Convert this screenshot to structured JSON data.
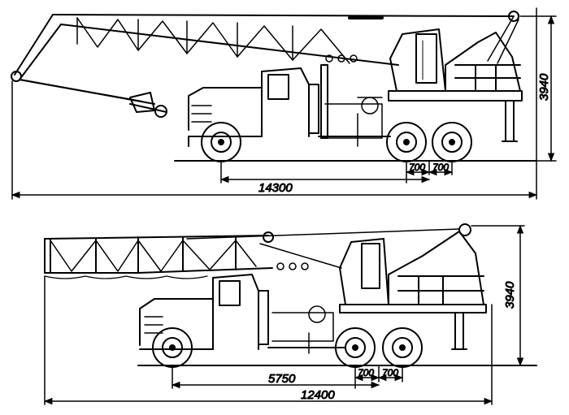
{
  "drawing": {
    "views": [
      {
        "id": "working-position",
        "dimensions": {
          "overall_length": "14300",
          "height": "3940",
          "axle_spacing_a": "700",
          "axle_spacing_b": "700"
        }
      },
      {
        "id": "transport-position",
        "dimensions": {
          "overall_length": "12400",
          "wheelbase": "5750",
          "height": "3940",
          "axle_spacing_a": "700",
          "axle_spacing_b": "700"
        }
      }
    ],
    "colors": {
      "ink": "#000000",
      "paper": "#ffffff"
    }
  }
}
